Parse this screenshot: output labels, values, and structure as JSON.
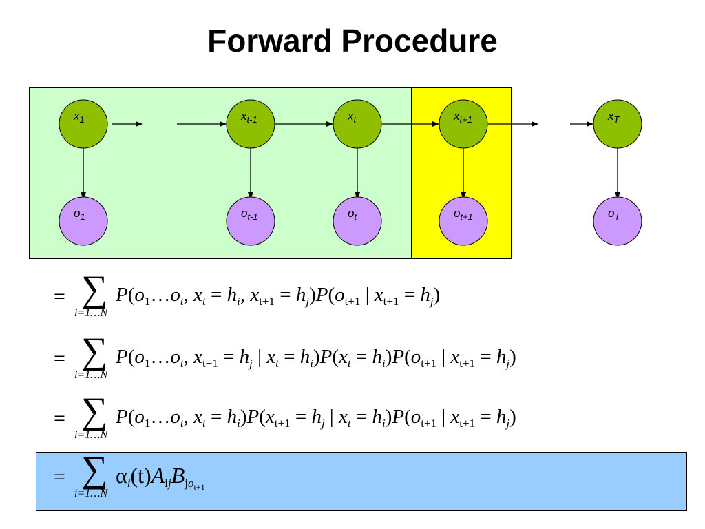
{
  "slide": {
    "title": "Forward Procedure"
  },
  "colors": {
    "green_panel": "#ccffcc",
    "yellow_panel": "#ffff00",
    "blue_panel": "#99ccff",
    "hidden_node": "#8ebf00",
    "observed_node": "#cc99ff"
  },
  "diagram": {
    "hidden_nodes": [
      {
        "main": "x",
        "sub": "1"
      },
      {
        "main": "x",
        "sub": "t-1"
      },
      {
        "main": "x",
        "sub": "t"
      },
      {
        "main": "x",
        "sub": "t+1"
      },
      {
        "main": "x",
        "sub": "T"
      }
    ],
    "observed_nodes": [
      {
        "main": "o",
        "sub": "1"
      },
      {
        "main": "o",
        "sub": "t-1"
      },
      {
        "main": "o",
        "sub": "t"
      },
      {
        "main": "o",
        "sub": "t+1"
      },
      {
        "main": "o",
        "sub": "T"
      }
    ]
  },
  "equations": {
    "equals": "=",
    "sum_symbol": "∑",
    "sum_range": "i=1…N",
    "lines": [
      "P(o<sub>1</sub>…o<sub>t</sub>, x<sub>t</sub> = h<sub>i</sub>, x<sub>t+1</sub> = h<sub>j</sub>)P(o<sub>t+1</sub> | x<sub>t+1</sub> = h<sub>j</sub>)",
      "P(o<sub>1</sub>…o<sub>t</sub>, x<sub>t+1</sub> = h<sub>j</sub> | x<sub>t</sub> = h<sub>i</sub>)P(x<sub>t</sub> = h<sub>i</sub>)P(o<sub>t+1</sub> | x<sub>t+1</sub> = h<sub>j</sub>)",
      "P(o<sub>1</sub>…o<sub>t</sub>, x<sub>t</sub> = h<sub>i</sub>)P(x<sub>t+1</sub> = h<sub>j</sub> | x<sub>t</sub> = h<sub>i</sub>)P(o<sub>t+1</sub> | x<sub>t+1</sub> = h<sub>j</sub>)",
      "α<sub>i</sub>(t)A<sub>ij</sub>B<sub>jo<sub>t+1</sub></sub>"
    ]
  }
}
